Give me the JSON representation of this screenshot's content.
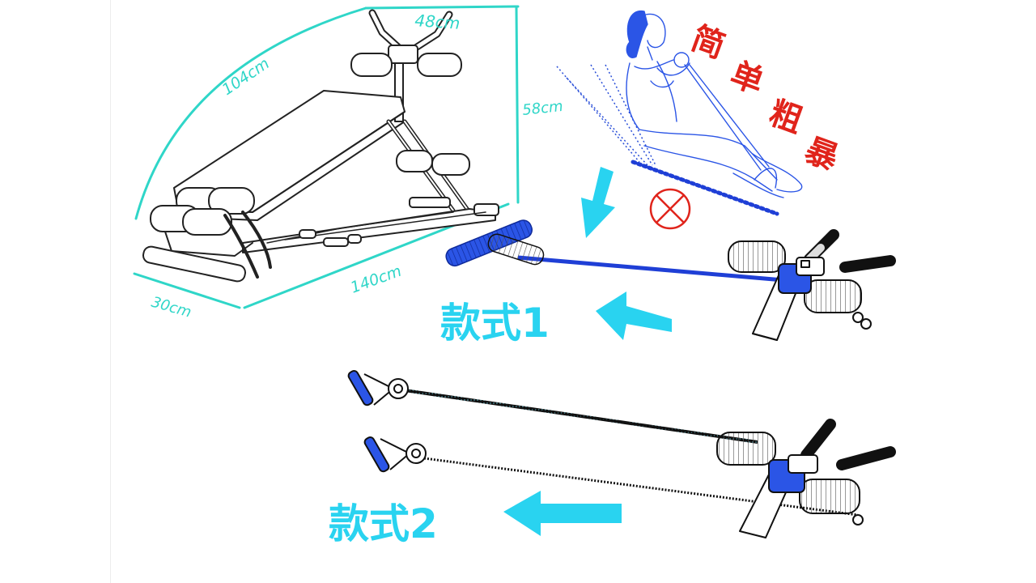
{
  "dimensions": {
    "width": "48cm",
    "height": "58cm",
    "length": "140cm",
    "depth": "30cm",
    "diagonal": "104cm"
  },
  "slogan": [
    "简",
    "单",
    "粗",
    "暴"
  ],
  "variants": [
    {
      "label": "款式1"
    },
    {
      "label": "款式2"
    }
  ],
  "colors": {
    "dimension_line": "#2fd6c8",
    "arrow": "#29d3f0",
    "variant_text": "#29d3f0",
    "slogan": "#e0241b",
    "prohibit": "#e0241b",
    "accent_blue": "#1f3fd6",
    "ink": "#222222"
  },
  "icons": [
    "prohibit-icon",
    "arrow-down-icon",
    "arrow-left-icon"
  ]
}
